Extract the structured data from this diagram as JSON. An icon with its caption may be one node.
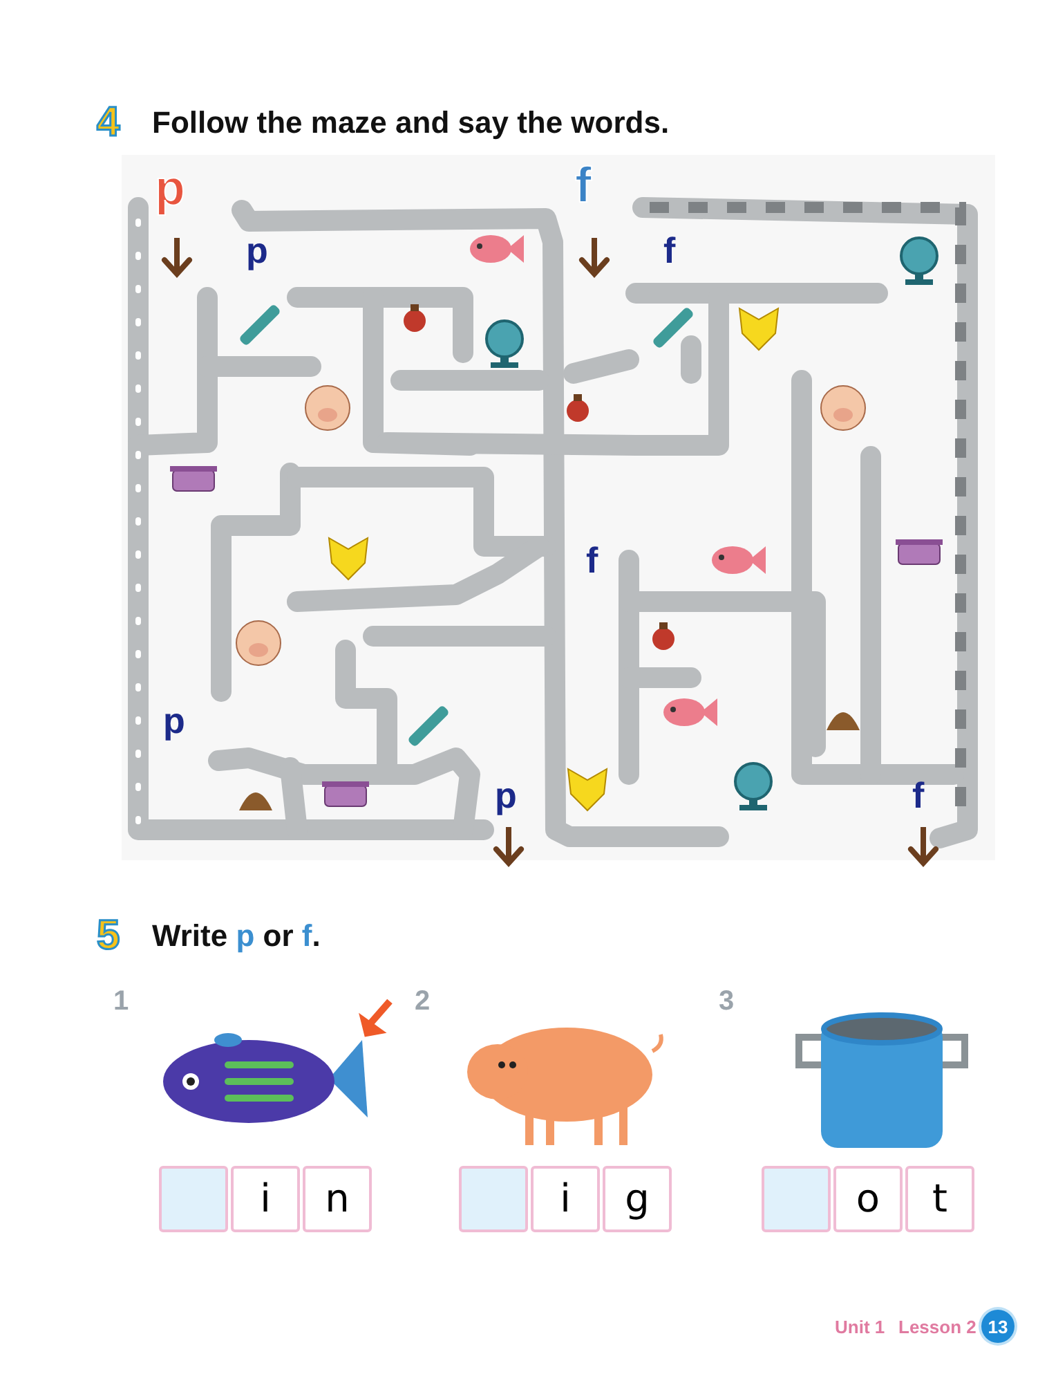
{
  "diagram": {
    "labels": [
      "4",
      "Follow the maze and say the words.",
      "p",
      "f",
      "p",
      "f",
      "f",
      "p",
      "p",
      "f",
      "5",
      "Write **p** or **f**.",
      "1",
      "2",
      "3",
      "i",
      "n",
      "i",
      "g",
      "o",
      "t",
      "Unit 1",
      "Lesson 2",
      "13"
    ]
  }
}
